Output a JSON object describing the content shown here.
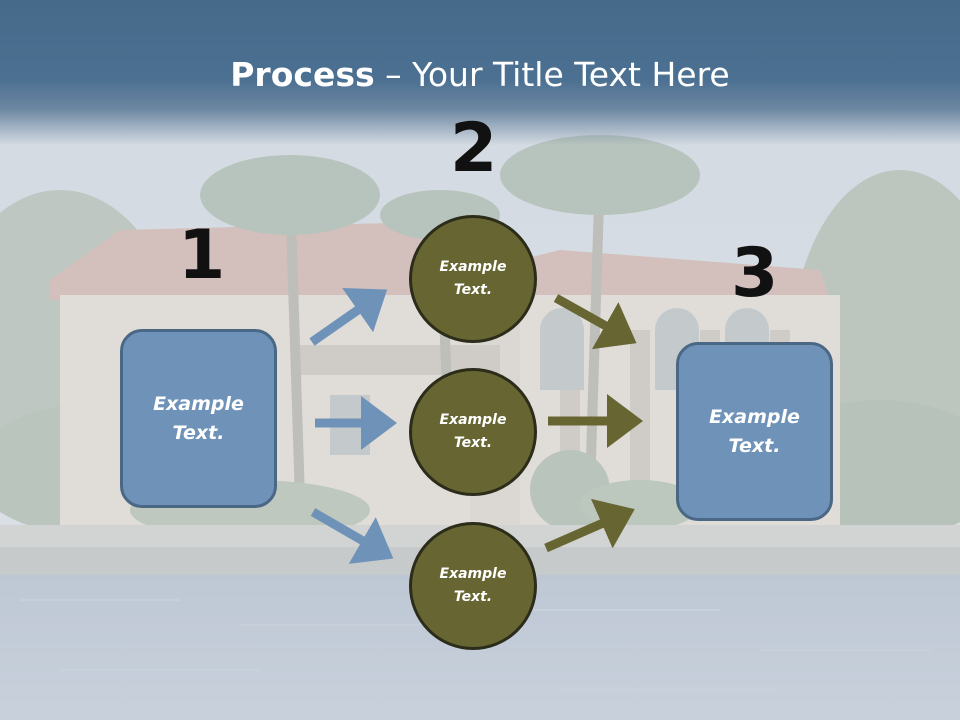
{
  "title": {
    "bold": "Process",
    "rest": " – Your Title Text Here"
  },
  "numbers": [
    "1",
    "2",
    "3"
  ],
  "left_box": {
    "text": "Example\nText."
  },
  "right_box": {
    "text": "Example\nText."
  },
  "circles": [
    {
      "text": "Example\nText."
    },
    {
      "text": "Example\nText."
    },
    {
      "text": "Example\nText."
    }
  ],
  "colors": {
    "title_band": "#4c7091",
    "box_fill": "#6f93b8",
    "circle_fill": "#676633",
    "blue_arrow": "#6f93b8",
    "olive_arrow": "#676633"
  }
}
